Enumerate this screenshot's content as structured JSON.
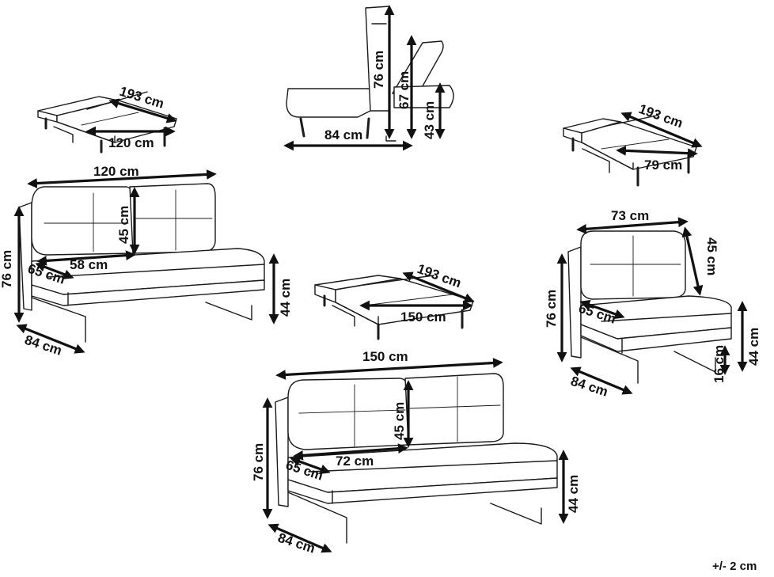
{
  "dimensions": {
    "d1": "193 cm",
    "d2": "120 cm",
    "d3": "76 cm",
    "d4": "67 cm",
    "d5": "43 cm",
    "d6": "84 cm",
    "d7": "193 cm",
    "d8": "79 cm",
    "d9": "120 cm",
    "d10": "45 cm",
    "d11": "58 cm",
    "d12": "65 cm",
    "d13": "76 cm",
    "d14": "44 cm",
    "d15": "84 cm",
    "d16": "193 cm",
    "d17": "150 cm",
    "d18": "73 cm",
    "d19": "45 cm",
    "d20": "65 cm",
    "d21": "76 cm",
    "d22": "44 cm",
    "d23": "16 cm",
    "d24": "84 cm",
    "d25": "150 cm",
    "d26": "45 cm",
    "d27": "72 cm",
    "d28": "65 cm",
    "d29": "76 cm",
    "d30": "44 cm",
    "d31": "84 cm"
  },
  "tolerance": "+/- 2 cm"
}
